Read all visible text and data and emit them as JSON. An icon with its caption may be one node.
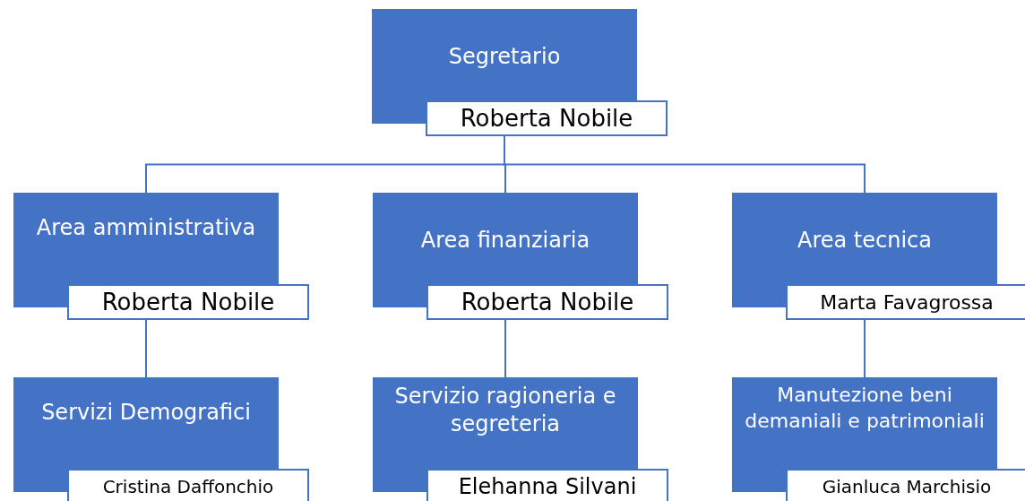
{
  "diagram": {
    "nodes": [
      {
        "text": [
          "Segretario",
          "Roberta Nobile"
        ]
      },
      {
        "text": [
          "Area amministrativa",
          "Roberta Nobile"
        ]
      },
      {
        "text": [
          "Area finanziaria",
          "Roberta Nobile"
        ]
      },
      {
        "text": [
          "Area tecnica",
          "Marta Favagrossa"
        ]
      },
      {
        "text": [
          "Servizi Demografici",
          "Cristina Daffonchio"
        ]
      },
      {
        "text": [
          "Servizio ragioneria e segreteria",
          "Elehanna Silvani"
        ]
      },
      {
        "text": [
          "Manutezione beni demaniali e patrimoniali",
          "Gianluca Marchisio"
        ]
      }
    ],
    "edges": [
      {
        "from": 0,
        "to": 1,
        "arrow": "none"
      },
      {
        "from": 0,
        "to": 2,
        "arrow": "none"
      },
      {
        "from": 0,
        "to": 3,
        "arrow": "none"
      },
      {
        "from": 1,
        "to": 4,
        "arrow": "none"
      },
      {
        "from": 2,
        "to": 5,
        "arrow": "none"
      },
      {
        "from": 3,
        "to": 6,
        "arrow": "none"
      }
    ]
  }
}
